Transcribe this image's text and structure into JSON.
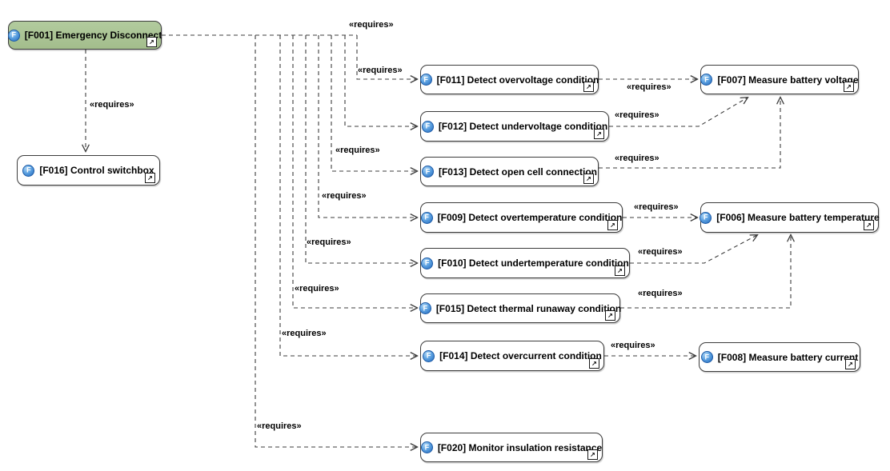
{
  "diagram": {
    "icon": {
      "name": "function-icon",
      "letter": "F"
    },
    "decorator": {
      "name": "navigate-link-icon",
      "glyph": "↗"
    },
    "colors": {
      "highlight_fill": "#a8c296",
      "node_fill": "#ffffff",
      "border": "#3c3c3c",
      "icon_blue": "#2268bc"
    },
    "nodes": [
      {
        "id": "F001",
        "label": "[F001] Emergency Disconnect"
      },
      {
        "id": "F016",
        "label": "[F016] Control switchbox"
      },
      {
        "id": "F011",
        "label": "[F011] Detect overvoltage condition"
      },
      {
        "id": "F012",
        "label": "[F012] Detect undervoltage condition"
      },
      {
        "id": "F013",
        "label": "[F013] Detect open cell connection"
      },
      {
        "id": "F009",
        "label": "[F009] Detect overtemperature condition"
      },
      {
        "id": "F010",
        "label": "[F010] Detect undertemperature condition"
      },
      {
        "id": "F015",
        "label": "[F015] Detect thermal runaway condition"
      },
      {
        "id": "F014",
        "label": "[F014] Detect overcurrent condition"
      },
      {
        "id": "F020",
        "label": "[F020] Monitor insulation resistance"
      },
      {
        "id": "F007",
        "label": "[F007] Measure battery voltage"
      },
      {
        "id": "F006",
        "label": "[F006] Measure battery temperature"
      },
      {
        "id": "F008",
        "label": "[F008] Measure battery current"
      }
    ],
    "edges": [
      {
        "from": "F001",
        "to": "F016",
        "stereotype": "«requires»"
      },
      {
        "from": "F001",
        "to": "F011",
        "stereotype": "«requires»"
      },
      {
        "from": "F001",
        "to": "F012",
        "stereotype": "«requires»"
      },
      {
        "from": "F001",
        "to": "F013",
        "stereotype": "«requires»"
      },
      {
        "from": "F001",
        "to": "F009",
        "stereotype": "«requires»"
      },
      {
        "from": "F001",
        "to": "F010",
        "stereotype": "«requires»"
      },
      {
        "from": "F001",
        "to": "F015",
        "stereotype": "«requires»"
      },
      {
        "from": "F001",
        "to": "F014",
        "stereotype": "«requires»"
      },
      {
        "from": "F001",
        "to": "F020",
        "stereotype": "«requires»"
      },
      {
        "from": "F011",
        "to": "F007",
        "stereotype": "«requires»"
      },
      {
        "from": "F012",
        "to": "F007",
        "stereotype": "«requires»"
      },
      {
        "from": "F013",
        "to": "F007",
        "stereotype": "«requires»"
      },
      {
        "from": "F009",
        "to": "F006",
        "stereotype": "«requires»"
      },
      {
        "from": "F010",
        "to": "F006",
        "stereotype": "«requires»"
      },
      {
        "from": "F015",
        "to": "F006",
        "stereotype": "«requires»"
      },
      {
        "from": "F014",
        "to": "F008",
        "stereotype": "«requires»"
      }
    ]
  }
}
